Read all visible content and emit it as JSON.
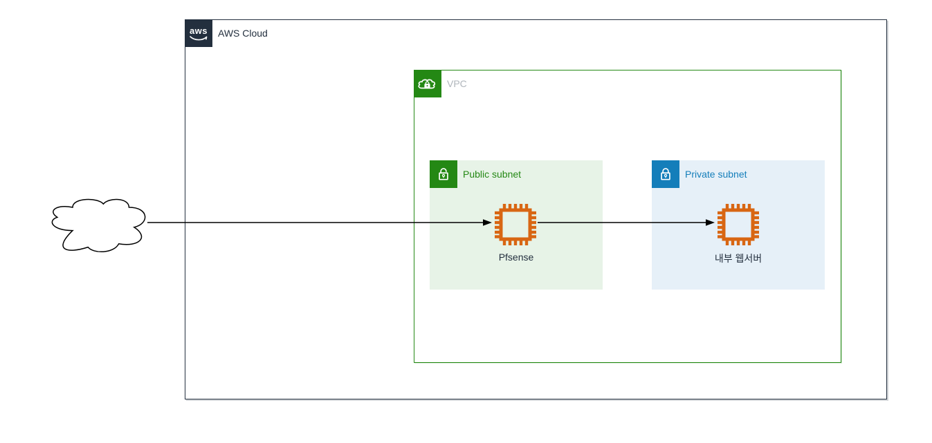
{
  "diagram": {
    "aws_cloud": {
      "label": "AWS Cloud",
      "badge_text": "aws"
    },
    "vpc": {
      "label": "VPC"
    },
    "subnets": [
      {
        "id": "public",
        "label": "Public subnet"
      },
      {
        "id": "private",
        "label": "Private subnet"
      }
    ],
    "nodes": [
      {
        "id": "internet",
        "type": "cloud",
        "label": ""
      },
      {
        "id": "pfsense",
        "type": "ec2-instance",
        "label": "Pfsense"
      },
      {
        "id": "internal-web-server",
        "type": "ec2-instance",
        "label": "내부 웹서버"
      }
    ],
    "edges": [
      {
        "from": "internet",
        "to": "pfsense",
        "style": "solid-arrow"
      },
      {
        "from": "pfsense",
        "to": "internal-web-server",
        "style": "solid-arrow"
      }
    ],
    "colors": {
      "aws_dark": "#232F3E",
      "vpc_green": "#248814",
      "private_blue": "#147EBA",
      "public_subnet_fill": "#E7F3E7",
      "private_subnet_fill": "#E6F0F8",
      "ec2_orange": "#D86613",
      "vpc_label_gray": "#B0B6BC",
      "edge": "#000000"
    }
  }
}
